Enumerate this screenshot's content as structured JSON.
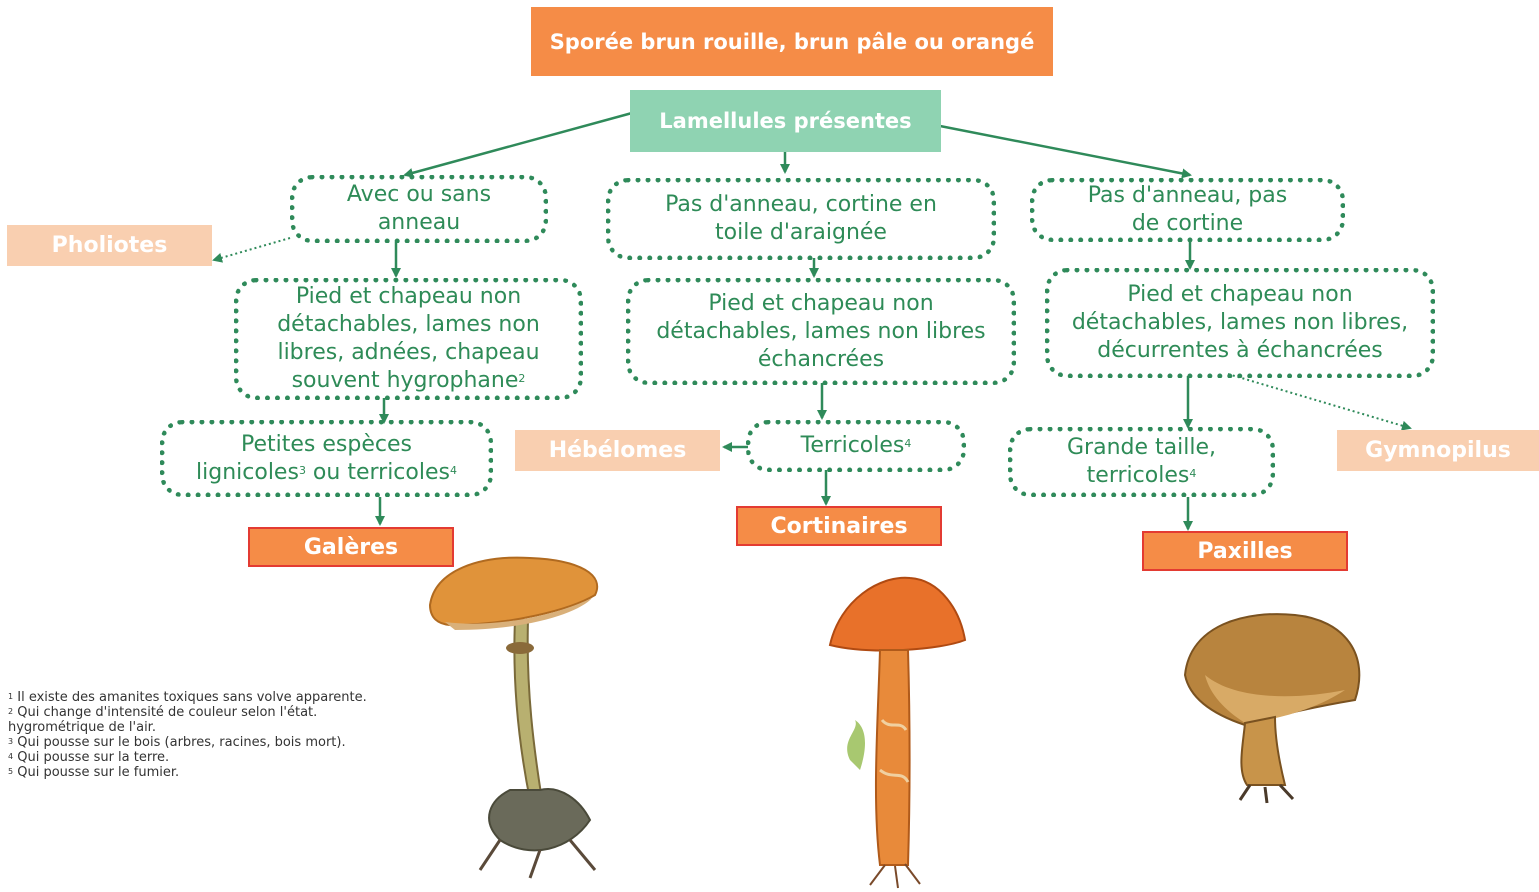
{
  "title": "Sporée brun rouille, brun pâle ou orangé",
  "root": "Lamellules présentes",
  "branches": {
    "left": {
      "q1": "Avec ou sans anneau",
      "q2": "Pied et chapeau non détachables, lames non libres, adnées, chapeau souvent hygrophane",
      "q2_sup": "2",
      "q3a": "Petites espèces",
      "q3b": "lignicoles",
      "q3b_sup": "3",
      "q3c": " ou terricoles",
      "q3c_sup": "4",
      "side": "Pholiotes",
      "result": "Galères"
    },
    "middle": {
      "q1": "Pas d'anneau, cortine en toile d'araignée",
      "q2": "Pied et chapeau non détachables, lames non libres échancrées",
      "q3": "Terricoles",
      "q3_sup": "4",
      "side": "Hébélomes",
      "result": "Cortinaires"
    },
    "right": {
      "q1": "Pas d'anneau, pas de cortine",
      "q2": "Pied et chapeau non détachables, lames non libres, décurrentes à échancrées",
      "q3": "Grande taille, terricoles",
      "q3_sup": "4",
      "side": "Gymnopilus",
      "result": "Paxilles"
    }
  },
  "footnotes": [
    {
      "n": "1",
      "text": "Il existe des amanites toxiques sans volve apparente."
    },
    {
      "n": "2",
      "text": "Qui change d'intensité de couleur selon l'état."
    },
    {
      "n": "",
      "text": "hygrométrique de l'air."
    },
    {
      "n": "3",
      "text": "Qui pousse sur le bois (arbres, racines, bois mort)."
    },
    {
      "n": "4",
      "text": "Qui pousse sur la terre."
    },
    {
      "n": "5",
      "text": "Qui pousse sur le fumier."
    }
  ],
  "colors": {
    "title_bg": "#f58c47",
    "root_bg": "#8fd3b2",
    "connector": "#2f8a5a",
    "pale_bg": "#f9cfb0",
    "result_border": "#e33b32"
  }
}
